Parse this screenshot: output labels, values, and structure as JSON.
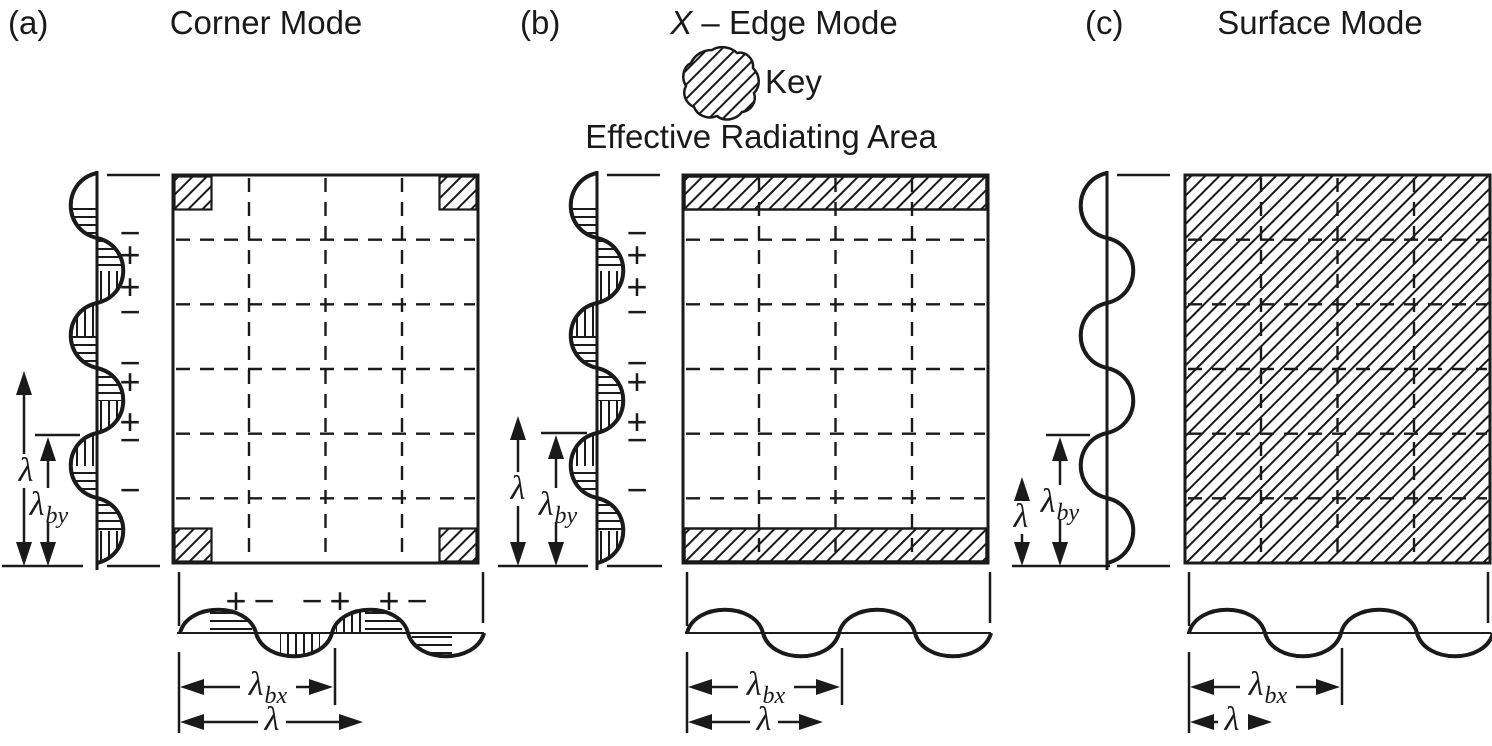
{
  "figure": {
    "key": {
      "label": "Key",
      "caption": "Effective Radiating Area"
    },
    "colors": {
      "ink": "#1a1a1a",
      "background": "#ffffff"
    },
    "panels": [
      {
        "tag": "(a)",
        "title": "Corner Mode",
        "dims": {
          "lambda_vertical": "λ",
          "lambda_by": {
            "base": "λ",
            "sub": "by"
          },
          "lambda_bx": {
            "base": "λ",
            "sub": "bx"
          },
          "lambda_horizontal": "λ"
        },
        "left_phase_signs": [
          "−",
          "+",
          "+",
          "−",
          "−",
          "+",
          "+",
          "−",
          "−"
        ],
        "bottom_phase_signs": [
          "+",
          "−",
          "−",
          "+",
          "+",
          "−"
        ]
      },
      {
        "tag": "(b)",
        "title_prefix": "X",
        "title_rest": " – Edge Mode",
        "dims": {
          "lambda_vertical": "λ",
          "lambda_by": {
            "base": "λ",
            "sub": "by"
          },
          "lambda_bx": {
            "base": "λ",
            "sub": "bx"
          },
          "lambda_horizontal": "λ"
        },
        "left_phase_signs": [
          "−",
          "+",
          "+",
          "−",
          "−",
          "+",
          "+",
          "−",
          "−"
        ]
      },
      {
        "tag": "(c)",
        "title": "Surface Mode",
        "dims": {
          "lambda_vertical": "λ",
          "lambda_by": {
            "base": "λ",
            "sub": "by"
          },
          "lambda_bx": {
            "base": "λ",
            "sub": "bx"
          },
          "lambda_horizontal": "λ"
        }
      }
    ]
  }
}
